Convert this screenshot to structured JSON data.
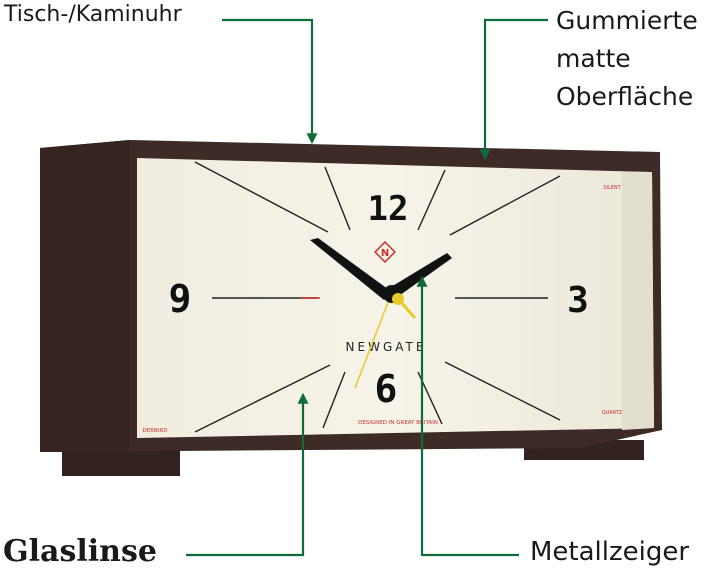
{
  "labels": {
    "top_left": "Tisch-/Kaminuhr",
    "top_right_line1": "Gummierte",
    "top_right_line2": "matte",
    "top_right_line3": "Oberfläche",
    "bottom_left": "Glaslinse",
    "bottom_right": "Metallzeiger"
  },
  "clock": {
    "brand": "NEWGATE",
    "numeral_12": "12",
    "numeral_3": "3",
    "numeral_6": "6",
    "numeral_9": "9",
    "logo_letter": "N",
    "silent": "SILENT",
    "quartz": "QUARTZ",
    "model": "DERBIRD",
    "designed": "DESIGNED IN GREAT BRITAIN"
  },
  "colors": {
    "arrow": "#0f6b3a",
    "case": "#3e2a26",
    "dial": "#f3f0e4",
    "hands": "#111111",
    "second_hand": "#e8c928",
    "logo": "#c8322a"
  }
}
